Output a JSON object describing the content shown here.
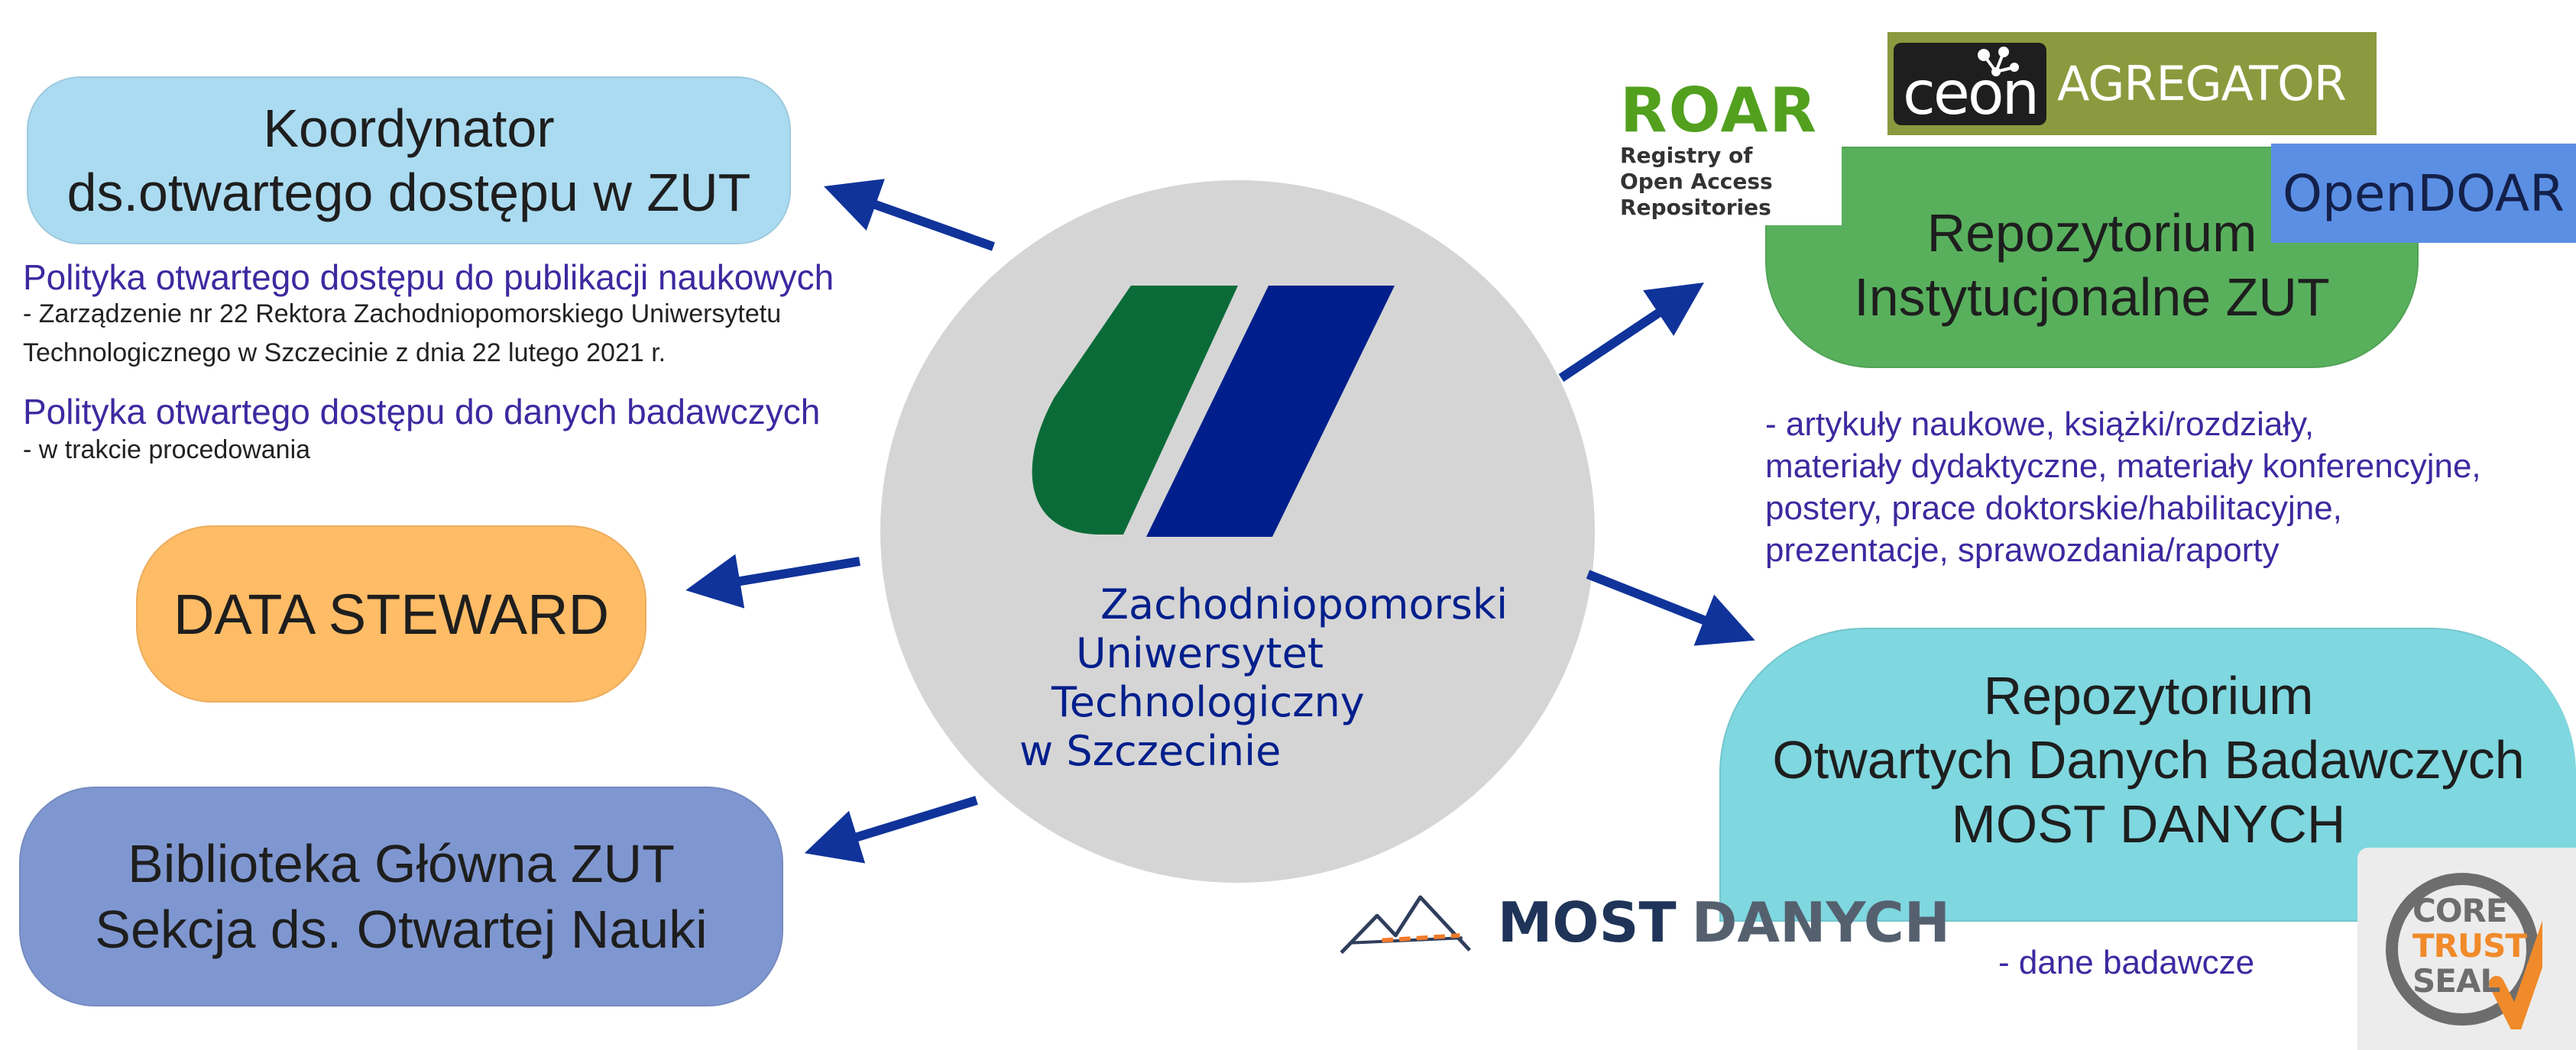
{
  "coordinator": {
    "line1": "Koordynator",
    "line2": "ds.otwartego dostępu w ZUT"
  },
  "policy_publications": {
    "title": "Polityka otwartego dostępu do publikacji naukowych",
    "desc1": " - Zarządzenie nr 22 Rektora Zachodniopomorskiego Uniwersytetu",
    "desc2": "Technologicznego w Szczecinie z dnia 22 lutego 2021 r."
  },
  "policy_data": {
    "title": "Polityka otwartego dostępu do danych badawczych",
    "desc": "- w trakcie procedowania"
  },
  "data_steward": {
    "label": "DATA STEWARD"
  },
  "library": {
    "line1": "Biblioteka Główna ZUT",
    "line2": "Sekcja ds. Otwartej Nauki"
  },
  "university": {
    "line1": "Zachodniopomorski",
    "line2": "Uniwersytet",
    "line3": "Technologiczny",
    "line4": "w Szczecinie"
  },
  "repo_institutional": {
    "line1": "Repozytorium",
    "line2": "Instytucjonalne ZUT"
  },
  "repo_contents": {
    "line1": "- artykuły naukowe, książki/rozdziały,",
    "line2": "materiały dydaktyczne, materiały konferencyjne,",
    "line3": "postery, prace doktorskie/habilitacyjne,",
    "line4": "prezentacje, sprawozdania/raporty"
  },
  "repo_data": {
    "line1": "Repozytorium",
    "line2": "Otwartych Danych Badawczych",
    "line3": "MOST DANYCH"
  },
  "repo_data_contents": {
    "line1": "- dane badawcze"
  },
  "logos": {
    "roar_title": "ROAR",
    "roar_sub1": "Registry of",
    "roar_sub2": "Open Access",
    "roar_sub3": "Repositories",
    "ceon": "ceon",
    "agregator": "AGREGATOR",
    "opendoar": "OpenDOAR",
    "most_danych_most": "MOST",
    "most_danych_danych": "DANYCH",
    "core1": "CORE",
    "core2": "TRUST",
    "core3": "SEAL"
  },
  "colors": {
    "coordinator_bg": "#abdbf1",
    "steward_bg": "#ffbc66",
    "library_bg": "#7f97d1",
    "repo_inst_bg": "#58b05d",
    "repo_data_bg": "#7fd7df",
    "circle_bg": "#d5d5d5",
    "arrow": "#10339a",
    "zut_green": "#0b6b38",
    "zut_blue": "#001f8c"
  }
}
